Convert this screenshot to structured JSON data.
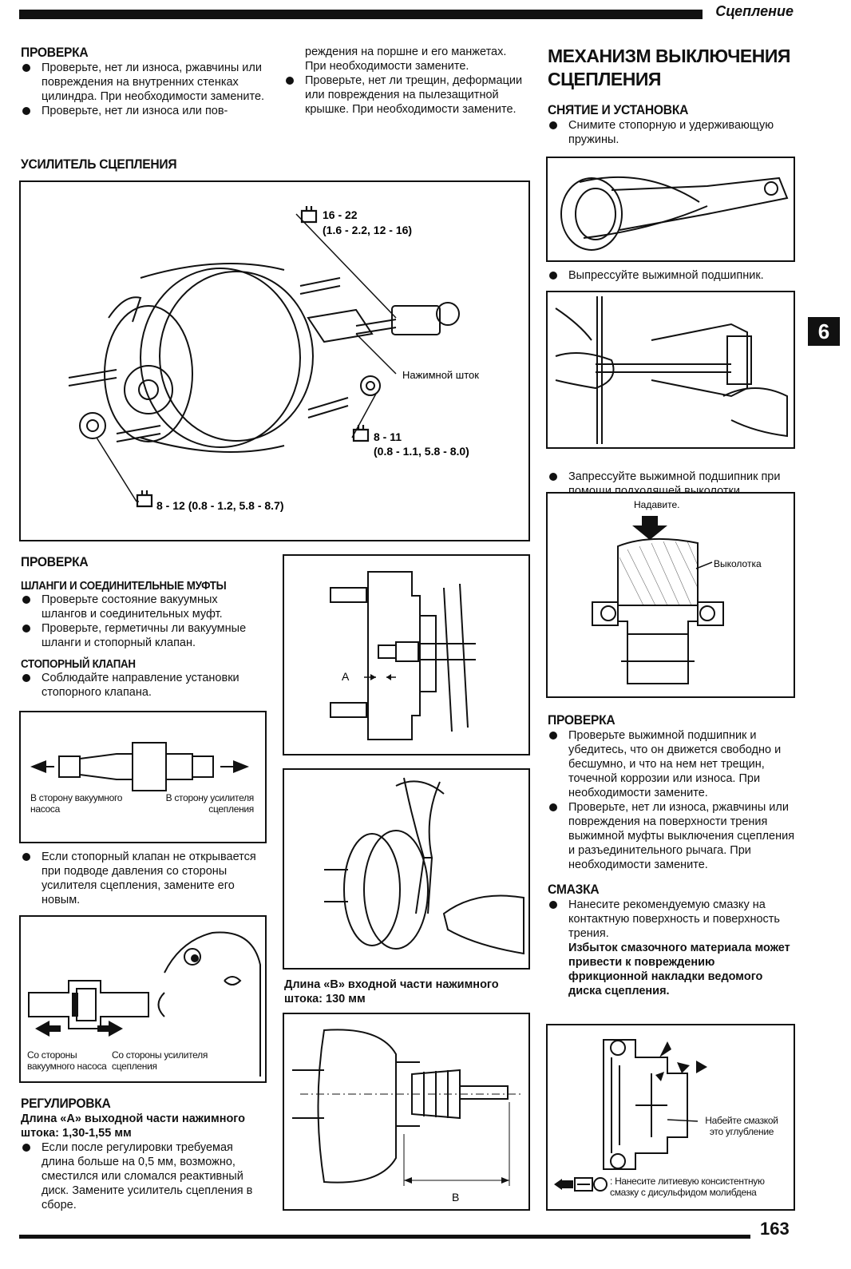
{
  "header": {
    "section": "Сцепление"
  },
  "col1_top": {
    "heading": "ПРОВЕРКА",
    "items": [
      "Проверьте, нет ли износа, ржавчины или повреждения на внутренних стенках цилиндра. При необходимости замените.",
      "Проверьте, нет ли износа или пов-"
    ]
  },
  "col2_top": {
    "text": "реждения на поршне и его манжетах. При необходимости замените.",
    "items": [
      "Проверьте, нет ли трещин, деформации или повреждения на пылезащитной крышке. При необходимости замените."
    ]
  },
  "booster": {
    "heading": "УСИЛИТЕЛЬ СЦЕПЛЕНИЯ",
    "torque1": "16 - 22",
    "torque1_sub": "(1.6 - 2.2, 12 - 16)",
    "pushrod": "Нажимной шток",
    "torque2": "8 - 11",
    "torque2_sub": "(0.8 - 1.1, 5.8 - 8.0)",
    "torque3": "8 - 12 (0.8 - 1.2, 5.8 - 8.7)"
  },
  "inspection": {
    "heading": "ПРОВЕРКА",
    "sub1": "ШЛАНГИ И СОЕДИНИТЕЛЬНЫЕ МУФТЫ",
    "items1": [
      "Проверьте состояние вакуумных шлангов и соединительных муфт.",
      "Проверьте, герметичны ли вакуумные шланги и стопорный клапан."
    ],
    "sub2": "СТОПОРНЫЙ КЛАПАН",
    "items2": [
      "Соблюдайте направление установки стопорного клапана."
    ],
    "valve_left": "В сторону вакуумного насоса",
    "valve_right": "В сторону усилителя сцепления",
    "items3": [
      "Если стопорный клапан не открывается при подводе давления со стороны усилителя сцепления, замените его новым."
    ],
    "blow_left": "Со стороны вакуумного насоса",
    "blow_right": "Со стороны усилителя сцепления"
  },
  "adjust": {
    "heading": "РЕГУЛИРОВКА",
    "bold": "Длина «А» выходной части нажимного штока: 1,30-1,55 мм",
    "items": [
      "Если после регулировки требуемая длина больше на 0,5 мм, возможно, сместился или сломался реактивный диск. Замените усилитель сцепления в сборе."
    ],
    "label_a": "A"
  },
  "mid": {
    "length_b": "Длина «В» входной части нажимного штока: 130 мм",
    "label_b": "B"
  },
  "release": {
    "heading": "МЕХАНИЗМ ВЫКЛЮЧЕНИЯ СЦЕПЛЕНИЯ",
    "sub": "СНЯТИЕ И УСТАНОВКА",
    "item1": "Снимите стопорную и удерживающую пружины.",
    "item2": "Выпрессуйте выжимной подшипник.",
    "item3": "Запрессуйте выжимной подшипник при помощи подходящей выколотки.",
    "press": "Надавите.",
    "drift": "Выколотка",
    "check_heading": "ПРОВЕРКА",
    "check_items": [
      "Проверьте выжимной подшипник и убедитесь, что он движется свободно и бесшумно, и что на нем нет трещин, точечной коррозии или износа. При необходимости замените.",
      "Проверьте, нет ли износа, ржавчины или повреждения на поверхности трения выжимной муфты выключения сцепления и разъединительного рычага. При необходимости замените."
    ],
    "lube_heading": "СМАЗКА",
    "lube_items": [
      "Нанесите рекомендуемую смазку на контактную поверхность и поверхность трения."
    ],
    "lube_bold": "Избыток смазочного материала может привести к повреждению фрикционной накладки ведомого диска сцепления.",
    "lube_fill": "Набейте смазкой это углубление",
    "lube_note": ": Нанесите литиевую консистентную смазку с дисульфидом молибдена"
  },
  "chapter_tab": "6",
  "page_number": "163"
}
